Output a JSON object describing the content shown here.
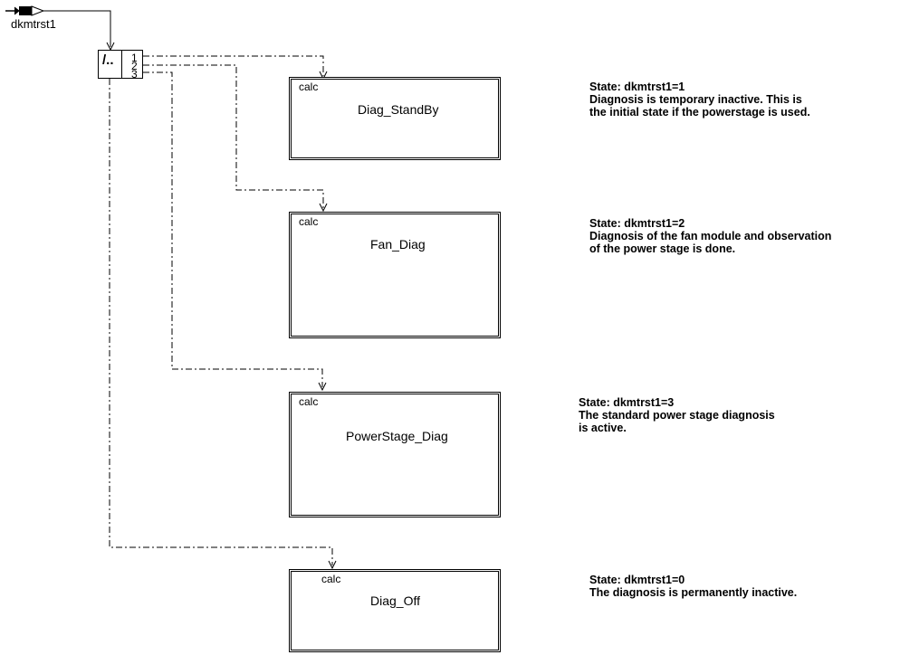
{
  "input": {
    "label": "dkmtrst1"
  },
  "selector": {
    "ports": [
      "1",
      "2",
      "3"
    ]
  },
  "blocks": [
    {
      "tag": "calc",
      "name": "Diag_StandBy"
    },
    {
      "tag": "calc",
      "name": "Fan_Diag"
    },
    {
      "tag": "calc",
      "name": "PowerStage_Diag"
    },
    {
      "tag": "calc",
      "name": "Diag_Off"
    }
  ],
  "notes": [
    {
      "lines": [
        "State: dkmtrst1=1",
        "Diagnosis is temporary inactive. This is",
        "the initial state if the powerstage is used."
      ]
    },
    {
      "lines": [
        "State: dkmtrst1=2",
        "Diagnosis of the fan module and observation",
        "of the power stage is done."
      ]
    },
    {
      "lines": [
        "State: dkmtrst1=3",
        "The standard power stage diagnosis",
        "is active."
      ]
    },
    {
      "lines": [
        "State: dkmtrst1=0",
        "The diagnosis is permanently inactive."
      ]
    }
  ]
}
